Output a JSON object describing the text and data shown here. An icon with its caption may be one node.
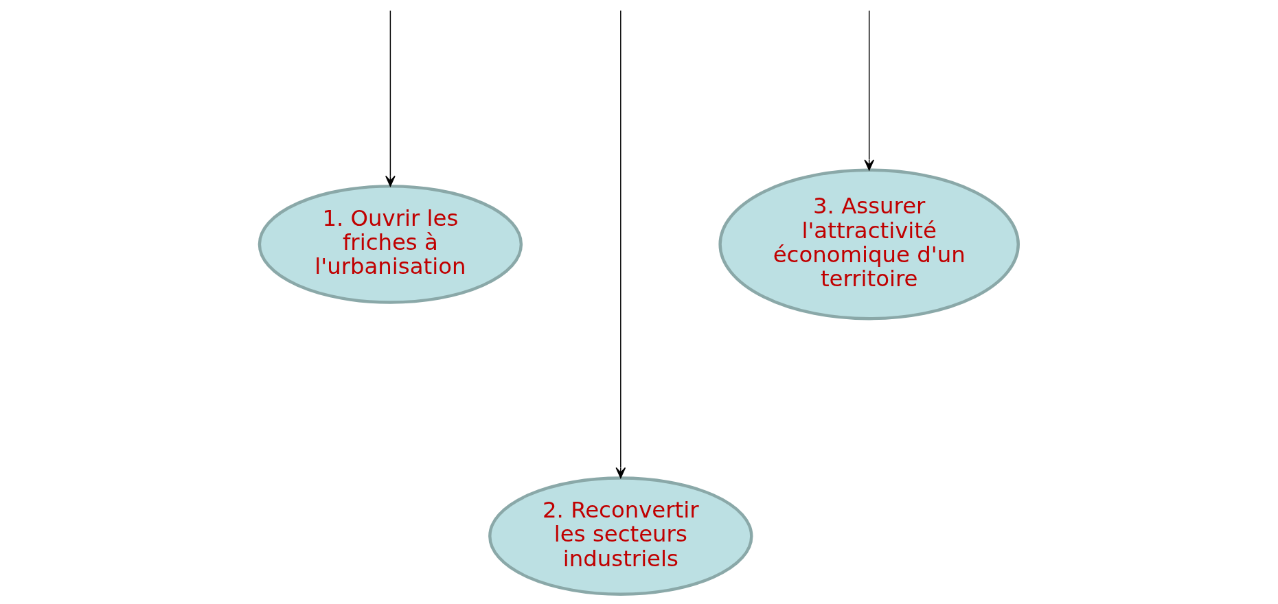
{
  "diagram": {
    "nodes": [
      {
        "text": [
          "1. Ouvrir les friches à l'urbanisation"
        ]
      },
      {
        "text": [
          "2. Reconvertir les secteurs industriels"
        ]
      },
      {
        "text": [
          "3. Assurer l'attractivité économique d'un territoire"
        ]
      }
    ],
    "edges": [
      {
        "from": null,
        "to": 0,
        "arrow": "to"
      },
      {
        "from": null,
        "to": 1,
        "arrow": "to"
      },
      {
        "from": null,
        "to": 2,
        "arrow": "to"
      }
    ]
  }
}
